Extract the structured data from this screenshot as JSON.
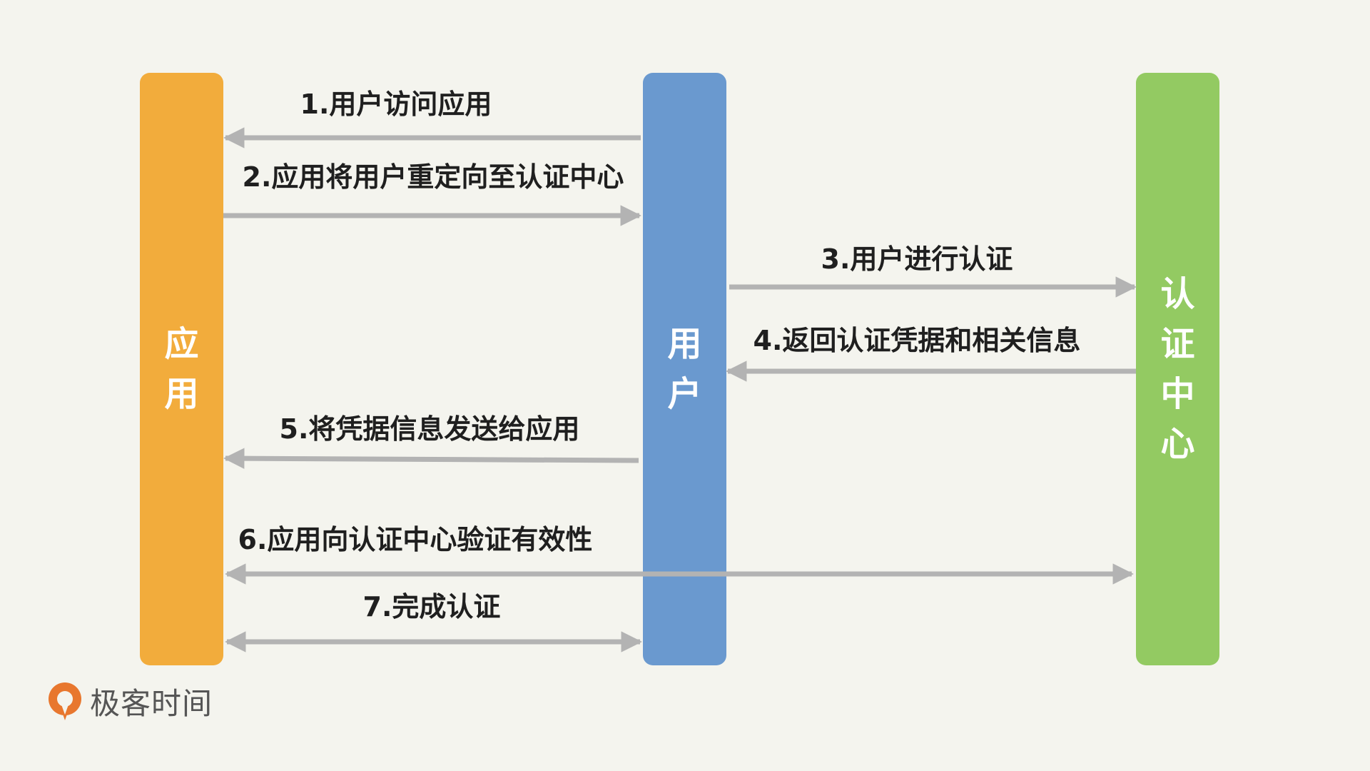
{
  "colors": {
    "background": "#f4f4ee",
    "app": "#f2ac3c",
    "user": "#6a99cf",
    "auth": "#93ca62",
    "arrow": "#b3b3b3",
    "logo": "#e8772e"
  },
  "participants": {
    "app": "应\n用",
    "user": "用\n户",
    "auth": "认\n证\n中\n心"
  },
  "steps": [
    "1.用户访问应用",
    "2.应用将用户重定向至认证中心",
    "3.用户进行认证",
    "4.返回认证凭据和相关信息",
    "5.将凭据信息发送给应用",
    "6.应用向认证中心验证有效性",
    "7.完成认证"
  ],
  "logo": {
    "icon": "geektime-logo-icon",
    "text": "极客时间"
  }
}
